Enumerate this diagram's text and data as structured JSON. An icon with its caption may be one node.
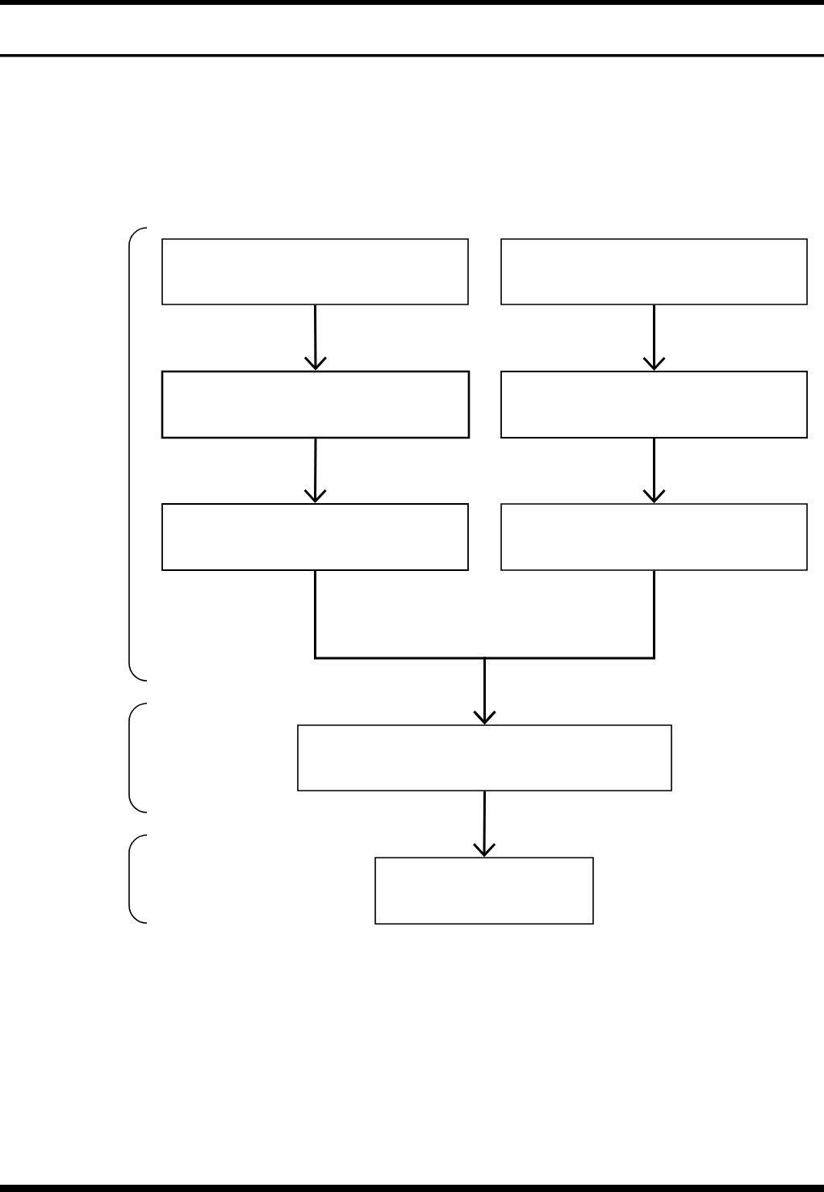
{
  "diagram": {
    "nodes": [
      {
        "text": [],
        "shape": "box"
      },
      {
        "text": [],
        "shape": "box"
      },
      {
        "text": [],
        "shape": "box"
      },
      {
        "text": [],
        "shape": "box"
      },
      {
        "text": [],
        "shape": "box"
      },
      {
        "text": [],
        "shape": "box"
      },
      {
        "text": [],
        "shape": "box"
      },
      {
        "text": [],
        "shape": "box"
      }
    ],
    "edges": [
      {
        "from": 0,
        "to": 2,
        "arrow": "to"
      },
      {
        "from": 1,
        "to": 3,
        "arrow": "to"
      },
      {
        "from": 2,
        "to": 4,
        "arrow": "to"
      },
      {
        "from": 3,
        "to": 5,
        "arrow": "to"
      },
      {
        "from": 4,
        "to": 6,
        "arrow": "to"
      },
      {
        "from": 5,
        "to": 6,
        "arrow": "to"
      },
      {
        "from": 6,
        "to": 7,
        "arrow": "to"
      }
    ]
  }
}
